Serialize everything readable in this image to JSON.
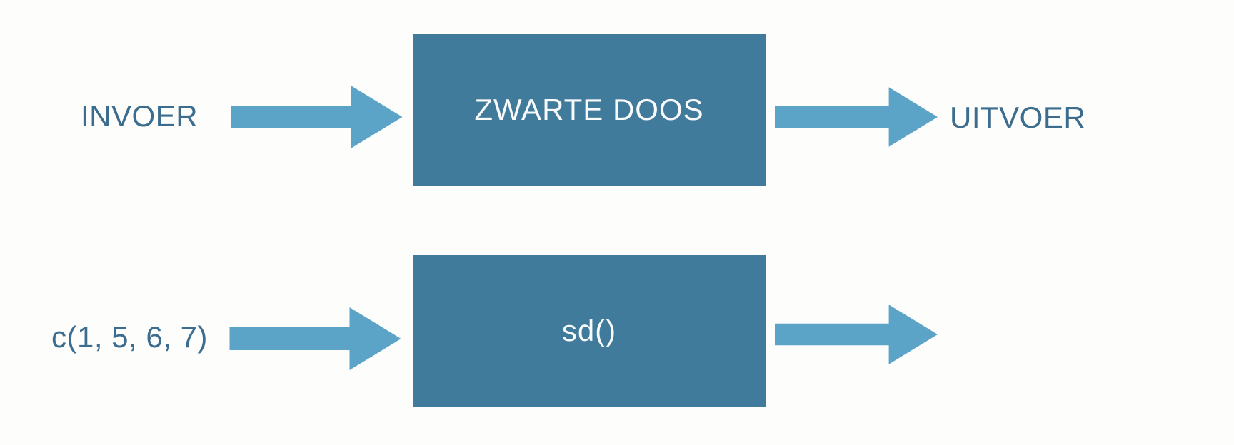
{
  "colors": {
    "background": "#FDFDFC",
    "box-fill": "#417B9B",
    "arrow-fill": "#5BA4C7",
    "label-text": "#3C6D8F",
    "box-text": "#F8FAFB"
  },
  "diagram": {
    "description": "black-box flow diagram",
    "rows": [
      {
        "input": "INVOER",
        "box": "ZWARTE DOOS",
        "output": "UITVOER"
      },
      {
        "input": "c(1, 5, 6, 7)",
        "box": "sd()",
        "output": ""
      }
    ]
  }
}
